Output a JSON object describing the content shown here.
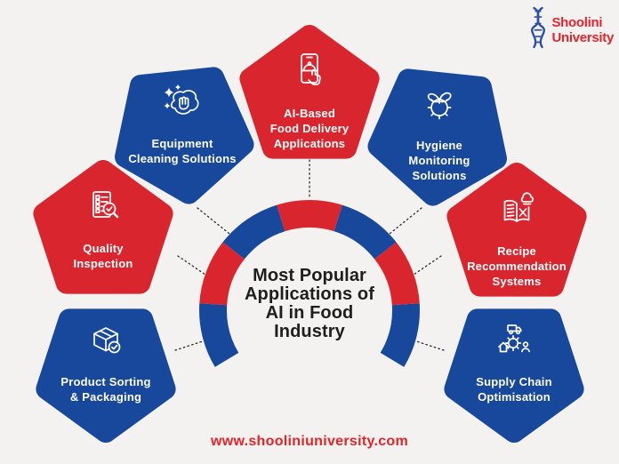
{
  "colors": {
    "red": "#d9262e",
    "blue": "#18489c",
    "background": "#f3f2f0",
    "title_text": "#1e1e1c",
    "url_red": "#e42328",
    "logo_red": "#e7242b",
    "logo_blue": "#2b50a8",
    "node_text": "#ffffff",
    "connector": "#2b2b2b"
  },
  "logo": {
    "line1": "Shoolini",
    "line2": "University",
    "icon": "dna-helix-icon"
  },
  "title": "Most Popular\nApplications of\nAI in Food\nIndustry",
  "website": "www.shooliniuniversity.com",
  "nodes": [
    {
      "id": "equipment-cleaning",
      "label": "Equipment\nCleaning Solutions",
      "color": "blue",
      "icon": "cleaning-hand-sparkles-icon"
    },
    {
      "id": "ai-food-delivery",
      "label": "AI-Based\nFood Delivery\nApplications",
      "color": "red",
      "icon": "food-delivery-app-icon"
    },
    {
      "id": "hygiene-monitoring",
      "label": "Hygiene\nMonitoring\nSolutions",
      "color": "blue",
      "icon": "gear-leaf-icon"
    },
    {
      "id": "quality-inspection",
      "label": "Quality\nInspection",
      "color": "red",
      "icon": "checklist-magnifier-icon"
    },
    {
      "id": "recipe-recommendation",
      "label": "Recipe\nRecommendation\nSystems",
      "color": "red",
      "icon": "recipe-book-chef-icon"
    },
    {
      "id": "product-sorting",
      "label": "Product Sorting\n& Packaging",
      "color": "blue",
      "icon": "package-check-icon"
    },
    {
      "id": "supply-chain",
      "label": "Supply Chain\nOptimisation",
      "color": "blue",
      "icon": "supply-chain-icon"
    }
  ],
  "ring": {
    "segments": [
      "blue",
      "red",
      "blue",
      "red",
      "blue",
      "red",
      "blue"
    ]
  }
}
